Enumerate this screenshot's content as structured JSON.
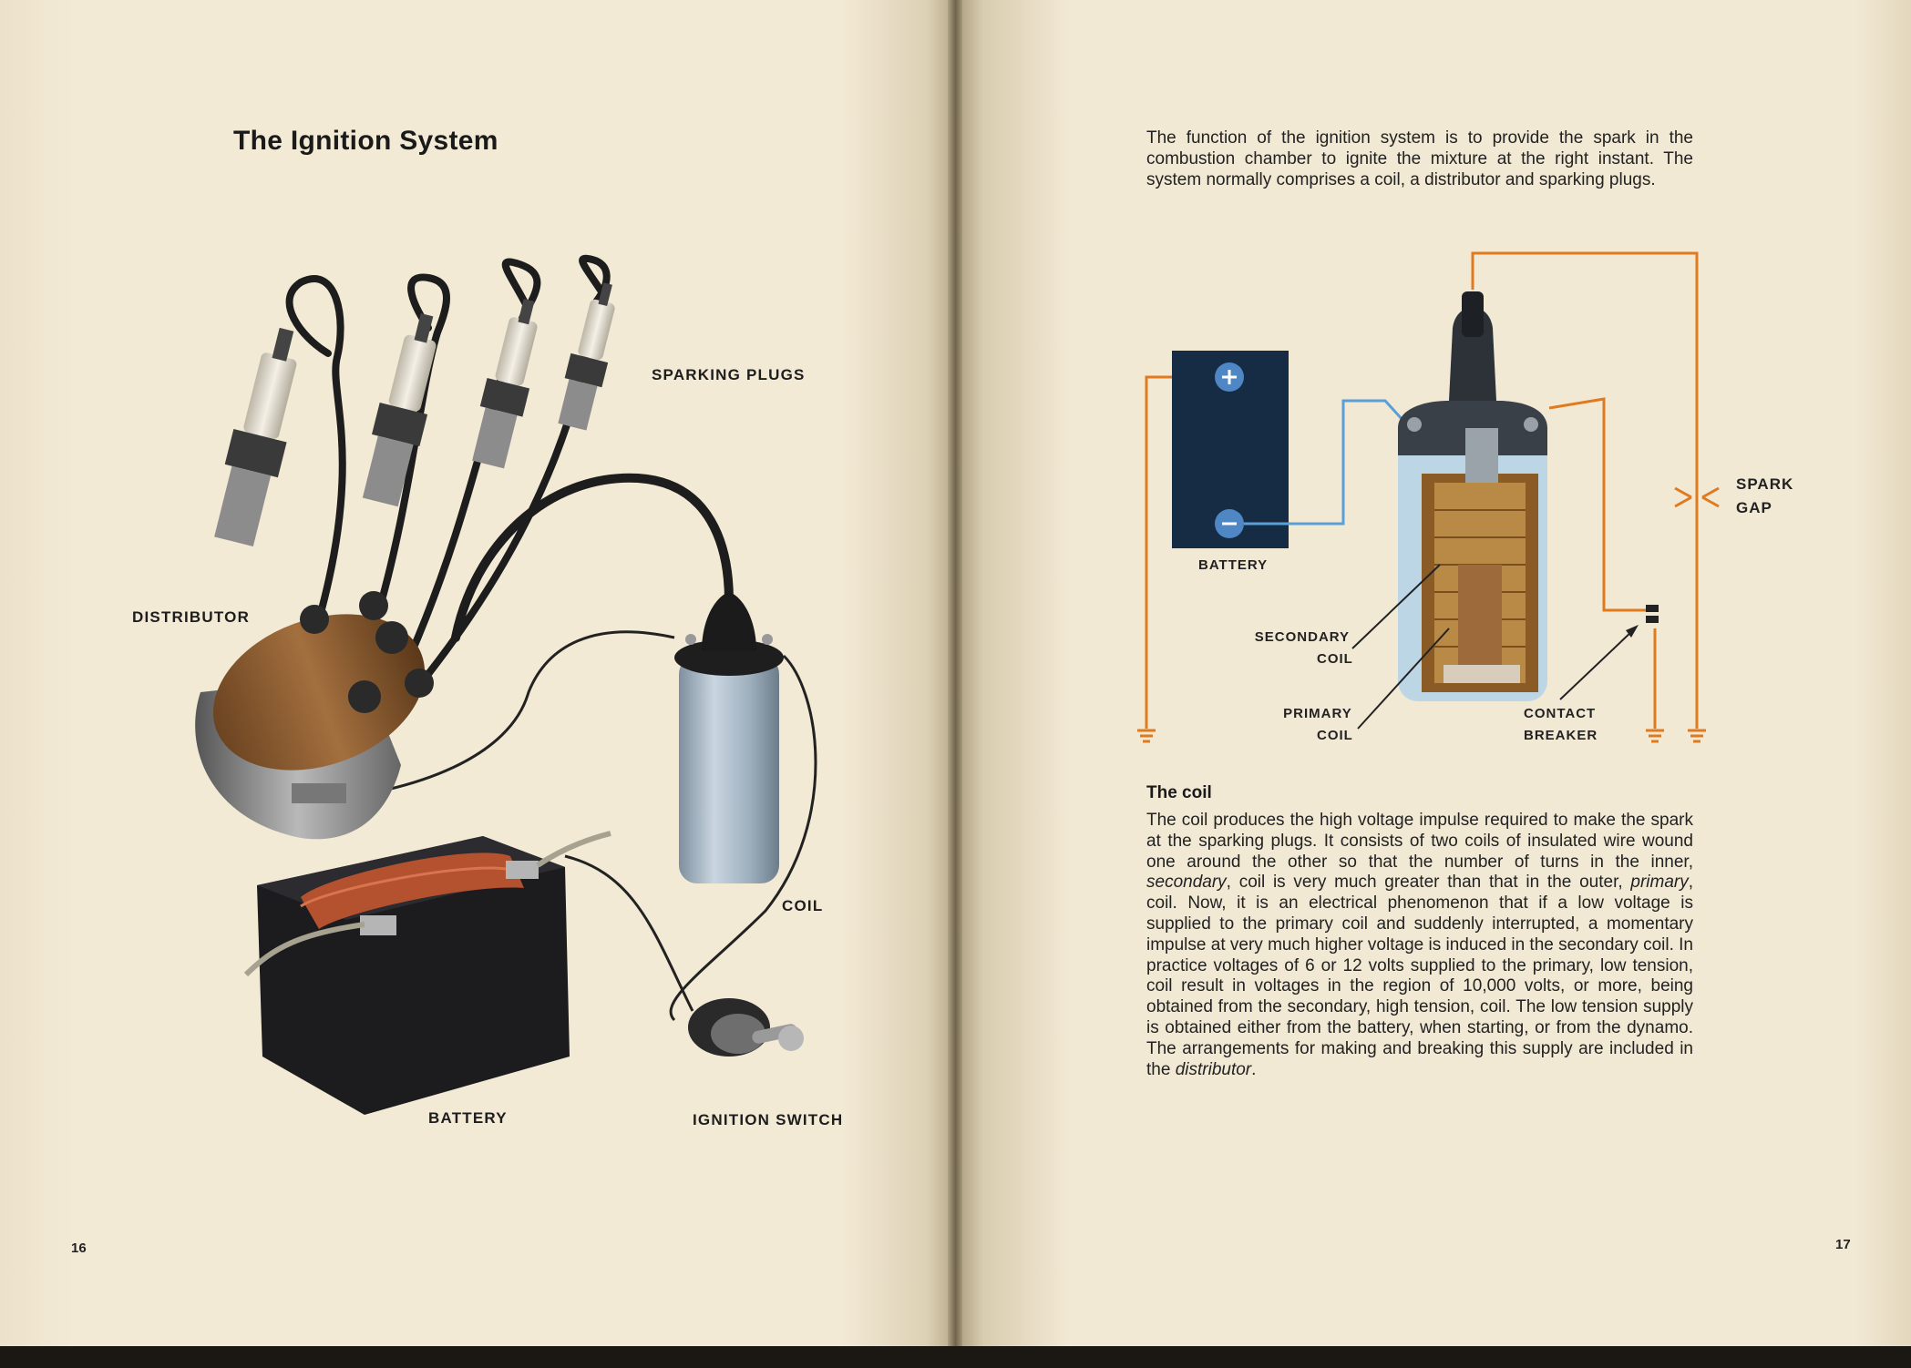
{
  "left_page": {
    "title": "The Ignition System",
    "labels": {
      "sparking_plugs": "SPARKING PLUGS",
      "distributor": "DISTRIBUTOR",
      "coil": "COIL",
      "battery": "BATTERY",
      "ignition_switch": "IGNITION SWITCH"
    },
    "page_number": "16"
  },
  "right_page": {
    "intro": "The function of the ignition system is to provide the spark in the combustion chamber to ignite the mixture at the right instant. The system normally comprises a coil, a distributor and sparking plugs.",
    "diagram_labels": {
      "battery": "BATTERY",
      "secondary_coil_1": "SECONDARY",
      "secondary_coil_2": "COIL",
      "primary_coil_1": "PRIMARY",
      "primary_coil_2": "COIL",
      "contact_breaker_1": "CONTACT",
      "contact_breaker_2": "BREAKER",
      "spark_gap_1": "SPARK",
      "spark_gap_2": "GAP"
    },
    "section_heading": "The coil",
    "body": {
      "p1": "The coil produces the high voltage impulse required to make the spark at the sparking plugs. It consists of two coils of insulated wire wound one around the other so that the number of turns in the inner, ",
      "secondary": "secondary",
      "p2": ", coil is very much greater than that in the outer, ",
      "primary": "primary",
      "p3": ", coil. Now, it is an electrical phenomenon that if a low voltage is supplied to the primary coil and suddenly interrupted, a momentary impulse at very much higher voltage is induced in the secondary coil. In practice voltages of 6 or 12 volts supplied to the primary, low tension, coil result in voltages in the region of 10,000 volts, or more, being obtained from the secondary, high tension, coil. The low tension supply is obtained either from the battery, when starting, or from the dynamo. The arrangements for making and breaking this supply are included in the ",
      "distributor": "distributor",
      "p4": "."
    },
    "page_number": "17"
  }
}
